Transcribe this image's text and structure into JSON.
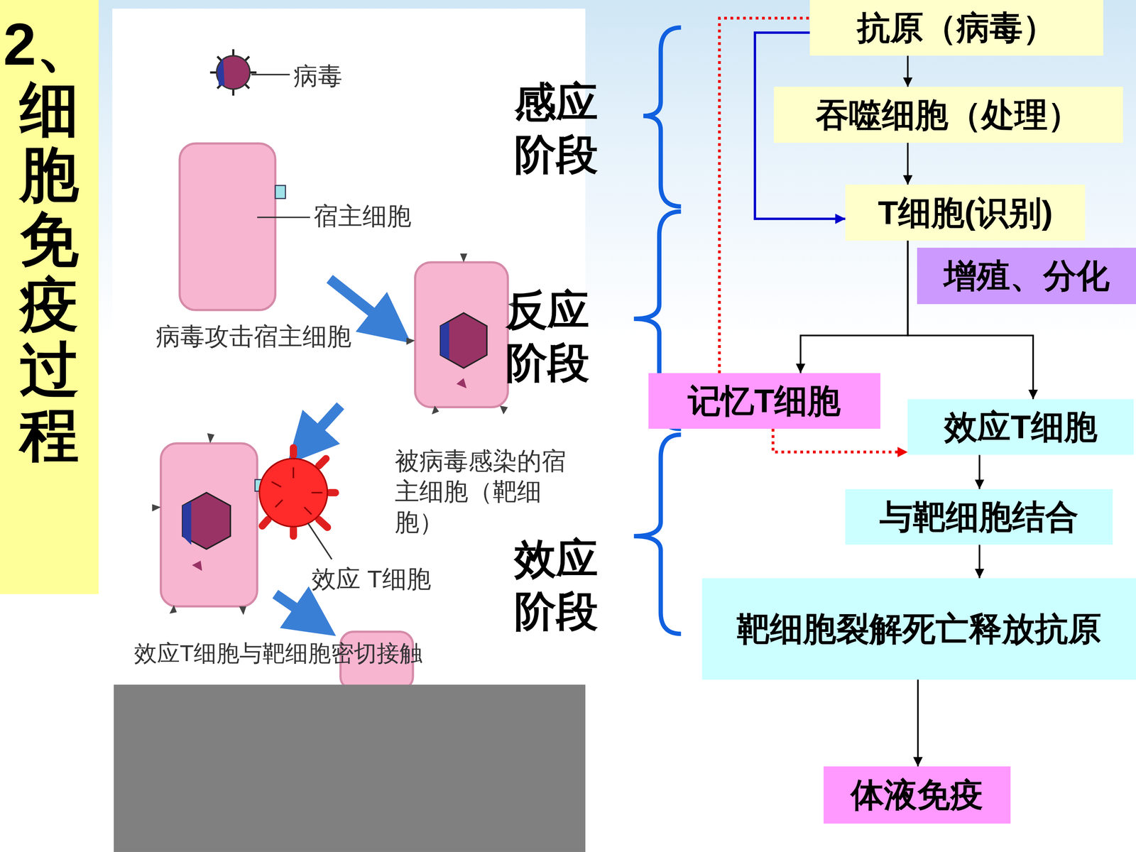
{
  "diagram": {
    "title": "2、细胞免疫过程",
    "nodes": [
      {
        "text": [
          "抗原（病毒）"
        ]
      },
      {
        "text": [
          "吞噬细胞（处理）"
        ]
      },
      {
        "text": [
          "T细胞(识别)"
        ]
      },
      {
        "text": [
          "增殖、分化"
        ]
      },
      {
        "text": [
          "记忆T细胞"
        ]
      },
      {
        "text": [
          "效应T细胞"
        ]
      },
      {
        "text": [
          "与靶细胞结合"
        ]
      },
      {
        "text": [
          "靶细胞裂解死亡释放抗原"
        ]
      },
      {
        "text": [
          "体液免疫"
        ]
      }
    ],
    "edges": [
      {
        "from": 0,
        "to": 1,
        "arrow": "to"
      },
      {
        "from": 1,
        "to": 2,
        "arrow": "to"
      },
      {
        "from": 0,
        "to": 2,
        "arrow": "to"
      },
      {
        "from": 2,
        "to": 4,
        "arrow": "to"
      },
      {
        "from": 2,
        "to": 5,
        "arrow": "to"
      },
      {
        "from": 4,
        "to": 0,
        "arrow": "none"
      },
      {
        "from": 4,
        "to": 5,
        "arrow": "to"
      },
      {
        "from": 5,
        "to": 6,
        "arrow": "to"
      },
      {
        "from": 6,
        "to": 7,
        "arrow": "to"
      },
      {
        "from": 7,
        "to": 8,
        "arrow": "to"
      }
    ],
    "labels": [
      "感应阶段",
      "反应阶段",
      "效应阶段",
      "病毒",
      "宿主细胞",
      "病毒攻击宿主细胞",
      "被病毒感染的宿主细胞（靶细胞）",
      "效应 T细胞",
      "效应T细胞与靶细胞密切接触"
    ]
  }
}
